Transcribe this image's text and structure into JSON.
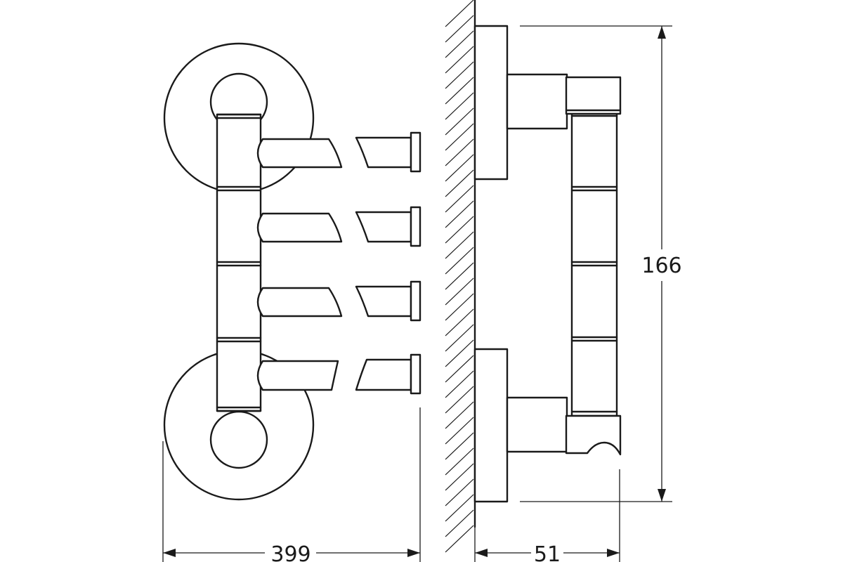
{
  "dimensions": {
    "width": "399",
    "depth": "51",
    "height": "166"
  }
}
